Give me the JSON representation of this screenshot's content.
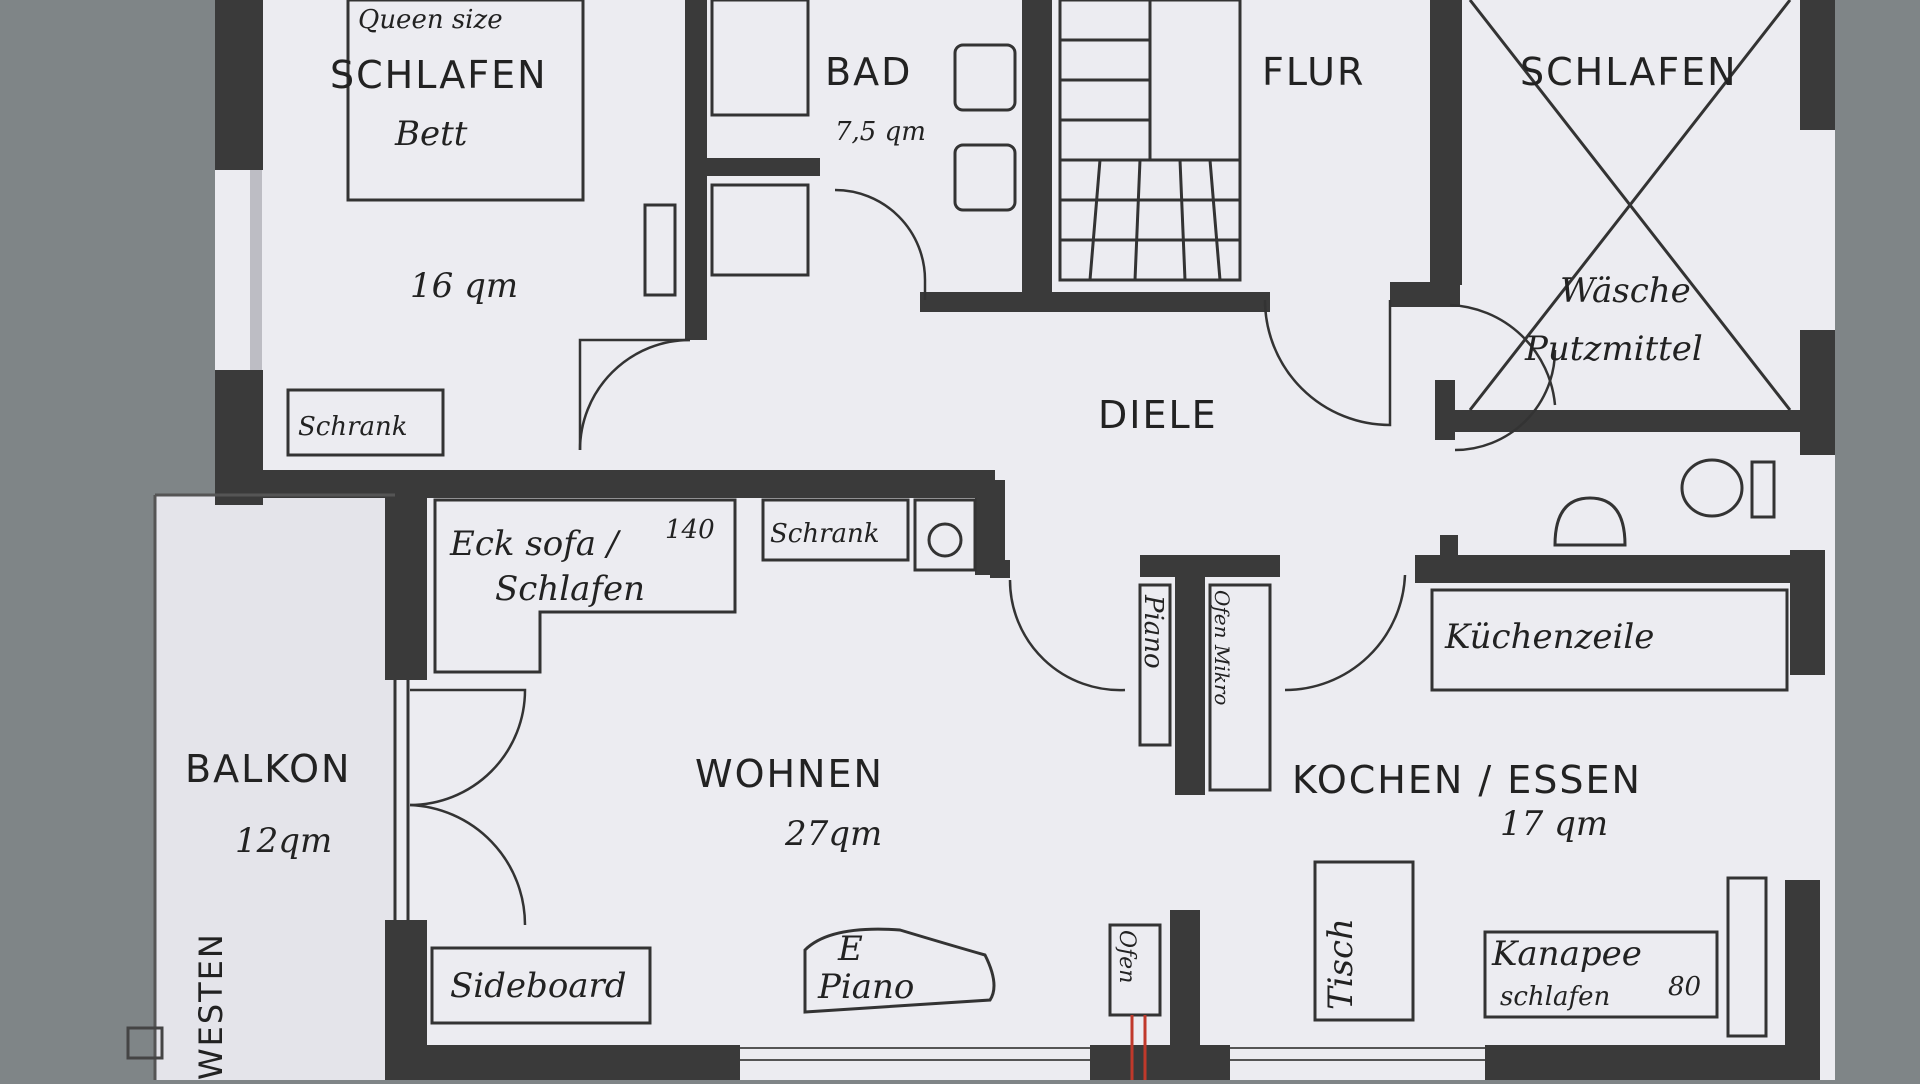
{
  "rooms": {
    "schlafen_main": {
      "name": "SCHLAFEN",
      "area": "16 qm"
    },
    "bad": {
      "name": "BAD",
      "area": "7,5 qm"
    },
    "flur": {
      "name": "FLUR"
    },
    "schlafen_right": {
      "name": "SCHLAFEN"
    },
    "diele": {
      "name": "DIELE"
    },
    "balkon": {
      "name": "BALKON",
      "area": "12qm"
    },
    "wohnen": {
      "name": "WOHNEN",
      "area": "27qm"
    },
    "kochen": {
      "name": "KOCHEN / ESSEN",
      "area": "17 qm"
    }
  },
  "furniture": {
    "bett_top": "Queen size",
    "bett_bottom": "Bett",
    "schrank_bedroom": "Schrank",
    "ecksofa_line1": "Eck sofa /",
    "ecksofa_size": "140",
    "ecksofa_line2": "Schlafen",
    "schrank_wohnen": "Schrank",
    "piano_small": "Piano",
    "ofen_mikro": "Ofen Mikro",
    "waesche": "Wäsche",
    "putzmittel": "Putzmittel",
    "kuechenzeile": "Küchenzeile",
    "sideboard": "Sideboard",
    "e_piano_top": "E",
    "e_piano_bottom": "Piano",
    "ofen": "Ofen",
    "tisch": "Tisch",
    "kanapee_line1": "Kanapee",
    "kanapee_line2": "schlafen",
    "kanapee_size": "80"
  },
  "compass": "WESTEN",
  "colors": {
    "background": "#7f8587",
    "paper": "#ececf1",
    "wall": "#3a3a3a",
    "ink": "#222222",
    "pipe": "#c0392b"
  }
}
